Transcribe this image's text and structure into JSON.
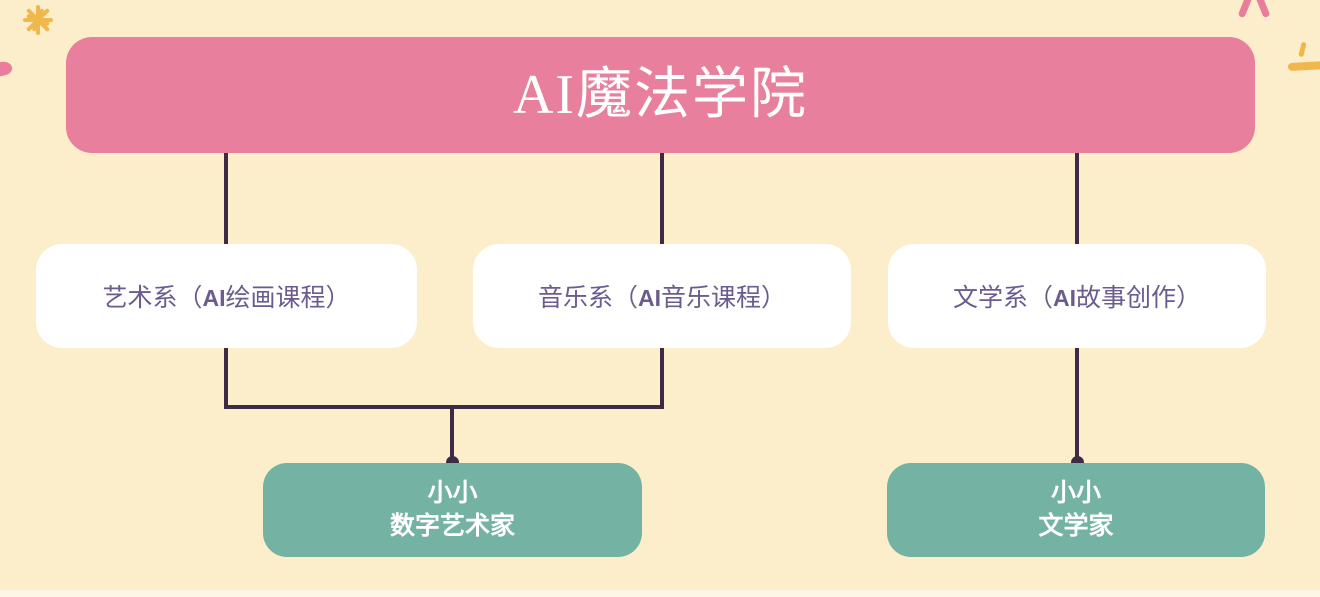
{
  "diagram": {
    "type": "org-chart",
    "title": "AI魔法学院",
    "background_color": "#fceecb",
    "root": {
      "label": "AI魔法学院",
      "color": "#e87f9c",
      "text_color": "#ffffff"
    },
    "departments": [
      {
        "id": "art",
        "label": "艺术系（AI绘画课程）",
        "prefix": "艺术系（",
        "code": "AI",
        "suffix": "绘画课程）",
        "color": "#ffffff",
        "text_color": "#6b5b8e"
      },
      {
        "id": "music",
        "label": "音乐系（AI音乐课程）",
        "prefix": "音乐系（",
        "code": "AI",
        "suffix": "音乐课程）",
        "color": "#ffffff",
        "text_color": "#6b5b8e"
      },
      {
        "id": "lit",
        "label": "文学系（AI故事创作）",
        "prefix": "文学系（",
        "code": "AI",
        "suffix": "故事创作）",
        "color": "#ffffff",
        "text_color": "#6b5b8e"
      }
    ],
    "outcomes": [
      {
        "id": "digital-artist",
        "line1": "小小",
        "line2": "数字艺术家",
        "color": "#74b2a4",
        "text_color": "#ffffff",
        "parents": [
          "art",
          "music"
        ]
      },
      {
        "id": "writer",
        "line1": "小小",
        "line2": "文学家",
        "color": "#74b2a4",
        "text_color": "#ffffff",
        "parents": [
          "lit"
        ]
      }
    ],
    "connector_color": "#3d2b45",
    "decorations": [
      {
        "name": "starburst",
        "color": "#f0b84c",
        "position": "top-left"
      },
      {
        "name": "pink-blob",
        "color": "#ea7e9a",
        "position": "left-edge"
      },
      {
        "name": "chevron",
        "color": "#ea7e9a",
        "position": "top-right"
      },
      {
        "name": "dash",
        "color": "#f0b84c",
        "position": "right-edge"
      }
    ]
  }
}
